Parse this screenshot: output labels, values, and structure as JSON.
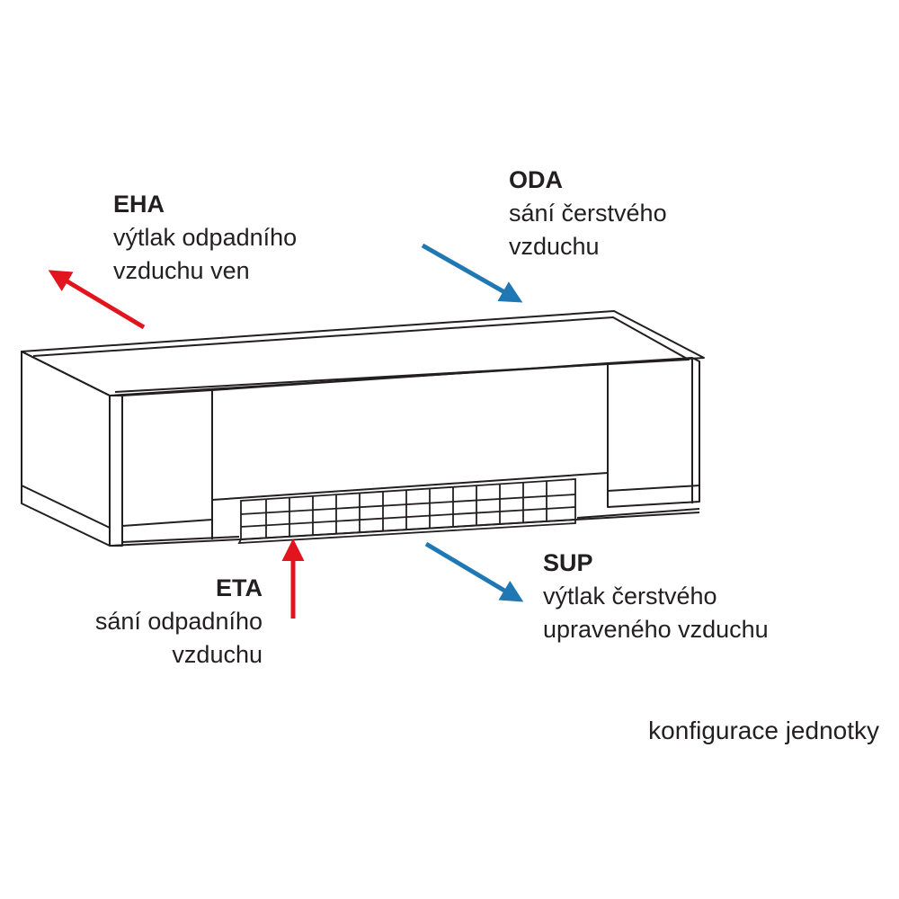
{
  "colors": {
    "exhaust": "#e2141e",
    "fresh": "#1f78b4",
    "outline": "#231f20"
  },
  "flows": {
    "eha": {
      "code": "EHA",
      "line1": "výtlak odpadního",
      "line2": "vzduchu ven",
      "color": "exhaust"
    },
    "oda": {
      "code": "ODA",
      "line1": "sání čerstvého",
      "line2": "vzduchu",
      "color": "fresh"
    },
    "eta": {
      "code": "ETA",
      "line1": "sání odpadního",
      "line2": "vzduchu",
      "color": "exhaust"
    },
    "sup": {
      "code": "SUP",
      "line1": "výtlak čerstvého",
      "line2": "upraveného vzduchu",
      "color": "fresh"
    }
  },
  "caption": "konfigurace jednotky"
}
